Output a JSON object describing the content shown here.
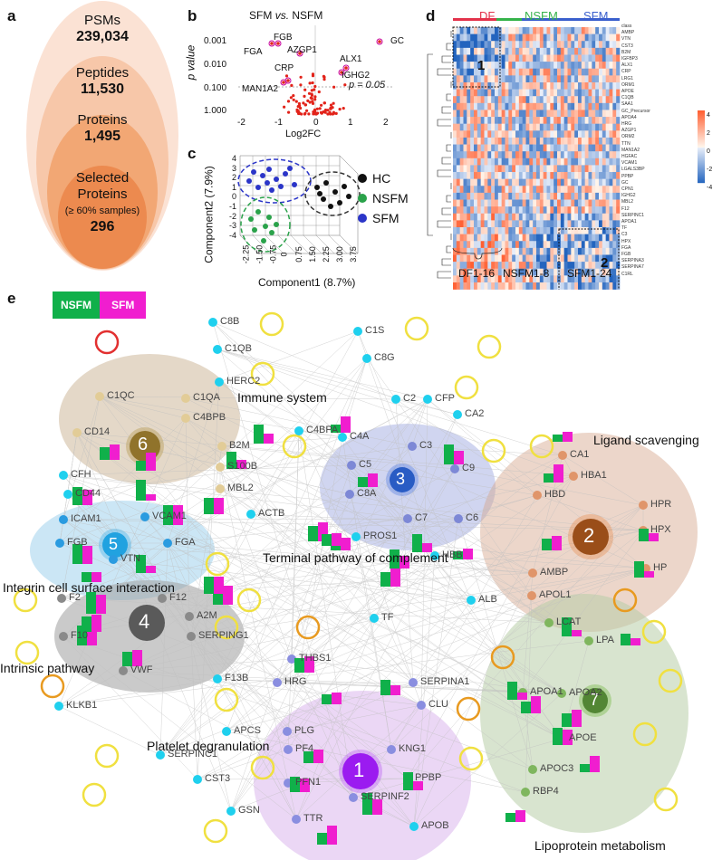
{
  "panel_a": {
    "letter": "a",
    "levels": [
      {
        "name": "PSMs",
        "value": "239,034"
      },
      {
        "name": "Peptides",
        "value": "11,530"
      },
      {
        "name": "Proteins",
        "value": "1,495"
      },
      {
        "name": "Selected Proteins",
        "note": "(≥ 60% samples)",
        "value": "296"
      }
    ]
  },
  "panel_b": {
    "letter": "b",
    "title_left": "SFM",
    "title_vs": "vs.",
    "title_right": "NSFM",
    "ylabel": "p value",
    "xlabel": "Log2FC",
    "yticks": [
      "0.001",
      "0.010",
      "0.100",
      "1.000"
    ],
    "xticks": [
      "-2",
      "-1",
      "0",
      "1",
      "2"
    ],
    "threshold_label": "p = 0.05",
    "point_color": "#e2231a",
    "highlight_color": "#c8009b",
    "labels": [
      "FGB",
      "FGA",
      "AZGP1",
      "CRP",
      "MAN1A2",
      "ALX1",
      "IGHG2",
      "GC"
    ]
  },
  "panel_c": {
    "letter": "c",
    "xlabel": "Component1  (8.7%)",
    "ylabel": "Component2  (7.9%)",
    "yticks": [
      "4",
      "3",
      "2",
      "1",
      "0",
      "-1",
      "-2",
      "-3",
      "-4"
    ],
    "xticks": [
      "-2.25",
      "-1.50",
      "-0.75",
      "0",
      "0.75",
      "1.50",
      "2.25",
      "3.00",
      "3.75"
    ],
    "legend": [
      {
        "label": "HC",
        "color": "#111111"
      },
      {
        "label": "NSFM",
        "color": "#2aa24a"
      },
      {
        "label": "SFM",
        "color": "#2b35c8"
      }
    ]
  },
  "panel_d": {
    "letter": "d",
    "groups": [
      {
        "label": "DF",
        "color": "#e3324b"
      },
      {
        "label": "NSFM",
        "color": "#35b34a"
      },
      {
        "label": "SFM",
        "color": "#3a5fcd"
      }
    ],
    "row_labels": [
      "class",
      "AMBP",
      "VTN",
      "CST3",
      "B2M",
      "IGFBP3",
      "ALX1",
      "CRP",
      "LRG1",
      "ORM1",
      "APOE",
      "C1QB",
      "SAA1",
      "GC_Precursor",
      "APOA4",
      "HRG",
      "AZGP1",
      "ORM2",
      "TTN",
      "MAN1A2",
      "HGFAC",
      "VCAM1",
      "LGALS3BP",
      "PPBP",
      "GC",
      "CPN1",
      "IGHG2",
      "MBL2",
      "F12",
      "SERPINC1",
      "APOA1",
      "TF",
      "C3",
      "HPX",
      "FGA",
      "FGB",
      "SERPINA3",
      "SERPINA7",
      "C1RL"
    ],
    "scale_labels": [
      "4",
      "2",
      "0",
      "-2",
      "-4"
    ],
    "box1": "1",
    "box2": "2",
    "bottom_groups": [
      "DF1-16",
      "NSFM1-8",
      "SFM1-24"
    ]
  },
  "panel_e": {
    "letter": "e",
    "legend": [
      {
        "label": "NSFM",
        "color": "#10b04a"
      },
      {
        "label": "SFM",
        "color": "#f01ecf"
      }
    ],
    "clusters": [
      {
        "id": "1",
        "title": "Platelet degranulation"
      },
      {
        "id": "2",
        "title": "Ligand scavenging"
      },
      {
        "id": "3",
        "title": "Terminal pathway of complement"
      },
      {
        "id": "4",
        "title": "Intrinsic pathway"
      },
      {
        "id": "5",
        "title": "Integrin cell surface interaction"
      },
      {
        "id": "6",
        "title": "Immune system"
      },
      {
        "id": "7",
        "title": "Lipoprotein metabolism"
      }
    ],
    "nodes": [
      "C8B",
      "C1QB",
      "C1S",
      "C8G",
      "C2",
      "CFP",
      "C1QC",
      "C1QA",
      "HERC2",
      "C4BPB",
      "C4BPA",
      "C4A",
      "CA2",
      "CD14",
      "B2M",
      "S100B",
      "CFH",
      "MBL2",
      "CD44",
      "ICAM1",
      "VCAM1",
      "FGB",
      "FGA",
      "VTN",
      "ACTB",
      "C3",
      "C5",
      "C9",
      "C8A",
      "C6",
      "C7",
      "PROS1",
      "CA1",
      "HBA1",
      "HBD",
      "HPR",
      "HPX",
      "AMBP",
      "HP",
      "APOL1",
      "HBB",
      "ALB",
      "TF",
      "F2",
      "F12",
      "A2M",
      "F10",
      "SERPING1",
      "VWF",
      "F13B",
      "KLKB1",
      "THBS1",
      "HRG",
      "SERPINA1",
      "CLU",
      "PLG",
      "PF4",
      "KNG1",
      "APCS",
      "SERPINC1",
      "CST3",
      "PFN1",
      "PPBP",
      "SERPINF2",
      "GSN",
      "TTR",
      "APOB",
      "LCAT",
      "LPA",
      "APOA1",
      "APOA2",
      "APOE",
      "APOC3",
      "RBP4"
    ]
  }
}
